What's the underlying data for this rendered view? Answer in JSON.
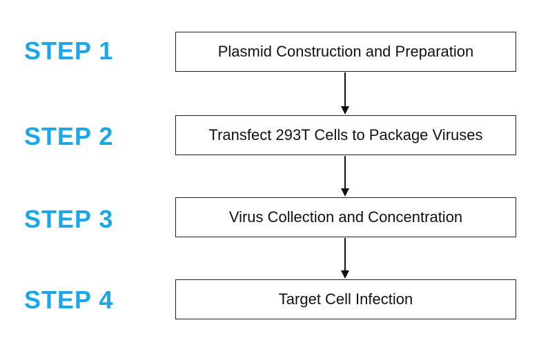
{
  "colors": {
    "step_label": "#1aa6e8",
    "box_border": "#1f1f1f",
    "text": "#111111",
    "arrow": "#111111"
  },
  "steps": [
    {
      "label": "STEP 1",
      "text": "Plasmid Construction and Preparation"
    },
    {
      "label": "STEP 2",
      "text": "Transfect 293T Cells to Package Viruses"
    },
    {
      "label": "STEP 3",
      "text": "Virus Collection and Concentration"
    },
    {
      "label": "STEP 4",
      "text": "Target Cell Infection"
    }
  ]
}
